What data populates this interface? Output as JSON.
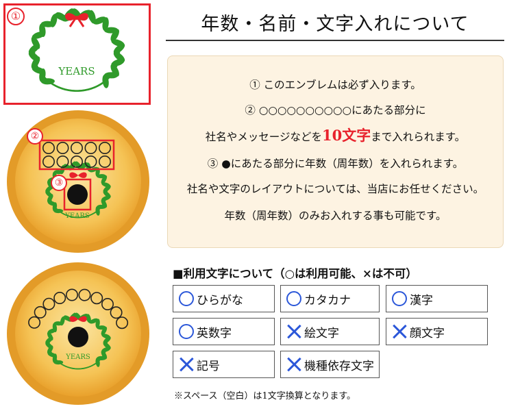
{
  "emblem": {
    "badge": "①",
    "years_text": "YEARS"
  },
  "coin_top": {
    "badge_2": "②",
    "badge_3": "③",
    "years_text": "YEARS",
    "circles": "○○○○○\n○○○○○"
  },
  "coin_bottom": {
    "years_text": "YEARS"
  },
  "heading": "年数・名前・文字入れについて",
  "info": {
    "line1": "① このエンブレムは必ず入ります。",
    "line2": "② ○○○○○○○○○○にあたる部分に",
    "line3_pre": "社名やメッセージなどを",
    "line3_highlight": "10文字",
    "line3_post": "まで入れられます。",
    "line4": "③ ●にあたる部分に年数（周年数）を入れられます。",
    "line5": "社名や文字のレイアウトについては、当店にお任せください。",
    "line6": "年数（周年数）のみお入れする事も可能です。"
  },
  "usage": {
    "title": "■利用文字について（○は利用可能、×は不可）",
    "items": [
      {
        "label": "ひらがな",
        "allowed": true
      },
      {
        "label": "カタカナ",
        "allowed": true
      },
      {
        "label": "漢字",
        "allowed": true
      },
      {
        "label": "英数字",
        "allowed": true
      },
      {
        "label": "絵文字",
        "allowed": false
      },
      {
        "label": "顔文字",
        "allowed": false
      },
      {
        "label": "記号",
        "allowed": false
      },
      {
        "label": "機種依存文字",
        "allowed": false
      }
    ]
  },
  "footnote": "※スペース（空白）は1文字換算となります。",
  "colors": {
    "accent_red": "#e8222c",
    "leaf_green": "#2f9a2a",
    "mark_blue": "#2b57d9",
    "coin_gold": "#f2b43a",
    "info_bg": "#fdf3e2"
  }
}
